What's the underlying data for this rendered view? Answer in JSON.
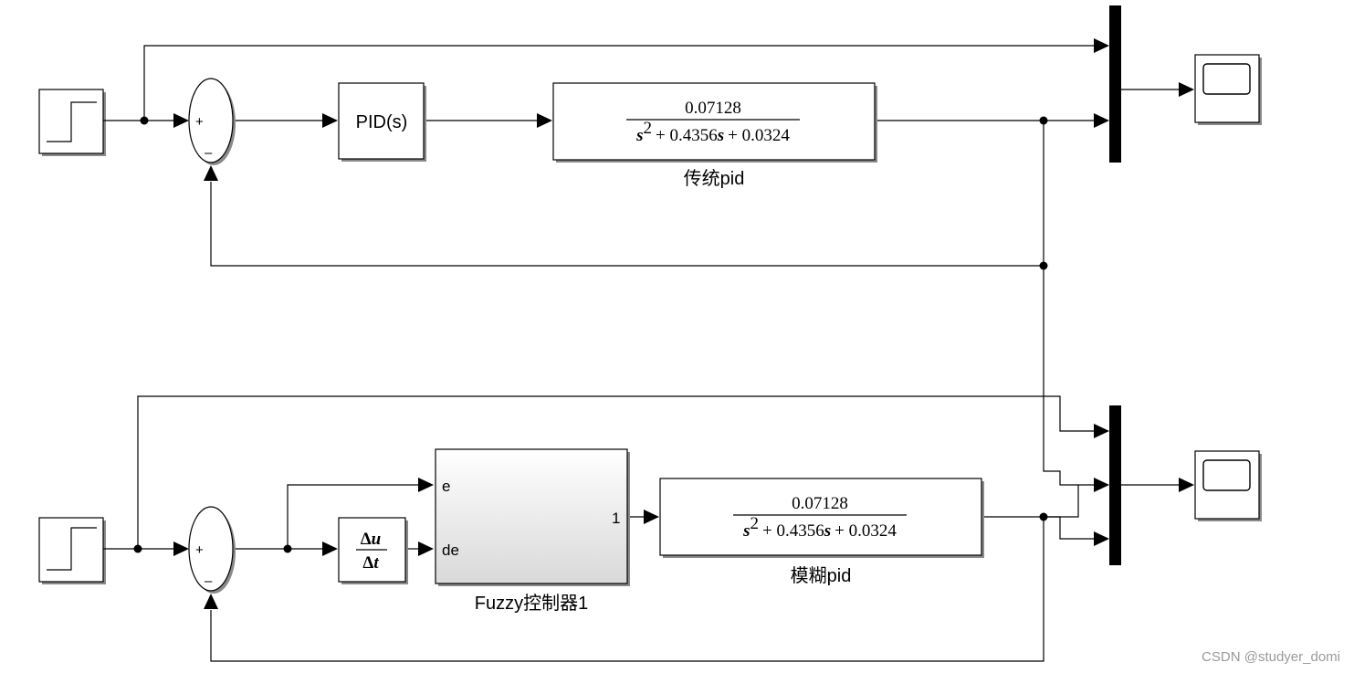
{
  "upper_loop": {
    "sum_plus": "+",
    "sum_minus": "–",
    "pid_label": "PID(s)",
    "tf_numerator": "0.07128",
    "tf_den_s2": "s",
    "tf_den_exp": "2",
    "tf_den_rest": "+ 0.4356",
    "tf_den_s": "s",
    "tf_den_const": "+ 0.0324",
    "tf_caption": "传统pid"
  },
  "lower_loop": {
    "sum_plus": "+",
    "sum_minus": "–",
    "deriv_top_delta": "Δ",
    "deriv_top_var": "u",
    "deriv_bottom_delta": "Δ",
    "deriv_bottom_var": "t",
    "fuzzy_port_e": "e",
    "fuzzy_port_de": "de",
    "fuzzy_out_port": "1",
    "fuzzy_caption": "Fuzzy控制器1",
    "tf_numerator": "0.07128",
    "tf_den_s2": "s",
    "tf_den_exp": "2",
    "tf_den_rest": "+ 0.4356",
    "tf_den_s": "s",
    "tf_den_const": "+ 0.0324",
    "tf_caption": "模糊pid"
  },
  "watermark": "CSDN @studyer_domi"
}
